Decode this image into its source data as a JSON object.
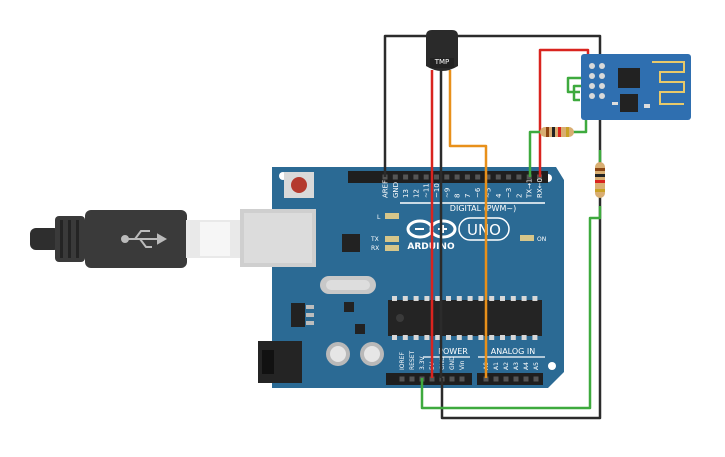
{
  "sensor": {
    "label": "TMP"
  },
  "board": {
    "brand": "ARDUINO",
    "model": "UNO",
    "digital_label": "DIGITAL (PWM~)",
    "power_label": "POWER",
    "analog_label": "ANALOG IN",
    "on_label": "ON",
    "led_l": "L",
    "led_tx": "TX",
    "led_rx": "RX",
    "top_pins": [
      "AREF",
      "GND",
      "13",
      "12",
      "~11",
      "~10",
      "~9",
      "8",
      "7",
      "~6",
      "~5",
      "4",
      "~3",
      "2",
      "TX→1",
      "RX←0"
    ],
    "power_pins": [
      "IOREF",
      "RESET",
      "3.3V",
      "5V",
      "GND",
      "GND",
      "Vin"
    ],
    "analog_pins": [
      "A0",
      "A1",
      "A2",
      "A3",
      "A4",
      "A5"
    ]
  },
  "colors": {
    "board": "#2b6a94",
    "wire_black": "#2b2b2b",
    "wire_red": "#d9241f",
    "wire_orange": "#e8901a",
    "wire_green": "#3eaa3e",
    "module": "#2f6fb0"
  }
}
